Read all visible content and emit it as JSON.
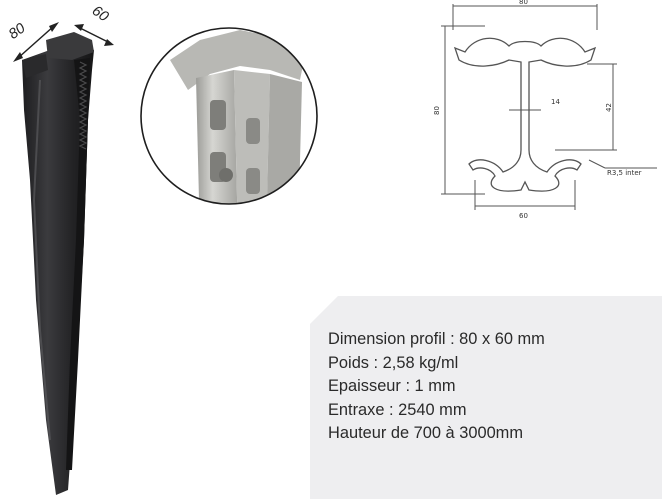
{
  "post_dimensions": {
    "width_label": "80",
    "depth_label": "60"
  },
  "technical_drawing": {
    "top_width": "80",
    "height": "80",
    "web_width": "14",
    "upper_height": "42",
    "radius_note": "R3,5 inter",
    "bottom_width": "60"
  },
  "specifications": [
    "Dimension profil : 80 x 60 mm",
    "Poids : 2,58 kg/ml",
    "Epaisseur : 1 mm",
    "Entraxe : 2540 mm",
    "Hauteur de 700 à 3000mm"
  ],
  "colors": {
    "post": "#2b2b2d",
    "zoom_metal": "#c9c9c5",
    "drawing_line": "#555555",
    "panel": "#eeeef0"
  }
}
